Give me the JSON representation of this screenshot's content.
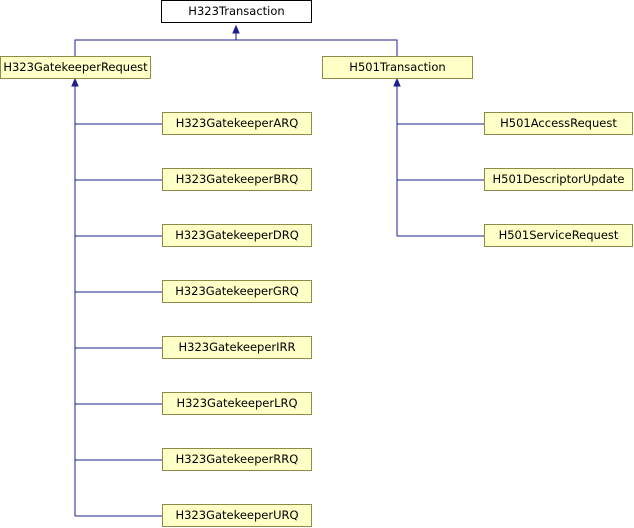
{
  "diagram": {
    "root": "H323Transaction",
    "branches": [
      {
        "parent": "H323GatekeeperRequest",
        "children": [
          "H323GatekeeperARQ",
          "H323GatekeeperBRQ",
          "H323GatekeeperDRQ",
          "H323GatekeeperGRQ",
          "H323GatekeeperIRR",
          "H323GatekeeperLRQ",
          "H323GatekeeperRRQ",
          "H323GatekeeperURQ"
        ]
      },
      {
        "parent": "H501Transaction",
        "children": [
          "H501AccessRequest",
          "H501DescriptorUpdate",
          "H501ServiceRequest"
        ]
      }
    ]
  }
}
